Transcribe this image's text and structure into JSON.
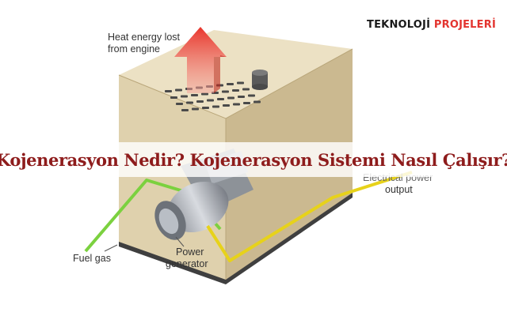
{
  "brand": {
    "name_part1": "TEKNOLOJİ",
    "name_part2": "PROJELERİ"
  },
  "headline": "Kojenerasyon Nedir? Kojenerasyon Sistemi Nasıl Çalışır?",
  "diagram": {
    "heat_label_line1": "Heat energy lost",
    "heat_label_line2": "from engine",
    "power_output_line1": "Electrical power",
    "power_output_line2": "output",
    "fuel_label": "Fuel gas",
    "generator_line1": "Power",
    "generator_line2": "generator"
  },
  "colors": {
    "cabinet_top": "#ece1c4",
    "cabinet_front": "#dfd1ad",
    "cabinet_side": "#cbb990",
    "cabinet_base": "#3f3f3f",
    "heat_arrow": "#ee3a2e",
    "fuel_line": "#7bd13f",
    "power_line": "#e7d21a",
    "headline": "#8e1c1c",
    "brand_accent": "#e3342f"
  }
}
